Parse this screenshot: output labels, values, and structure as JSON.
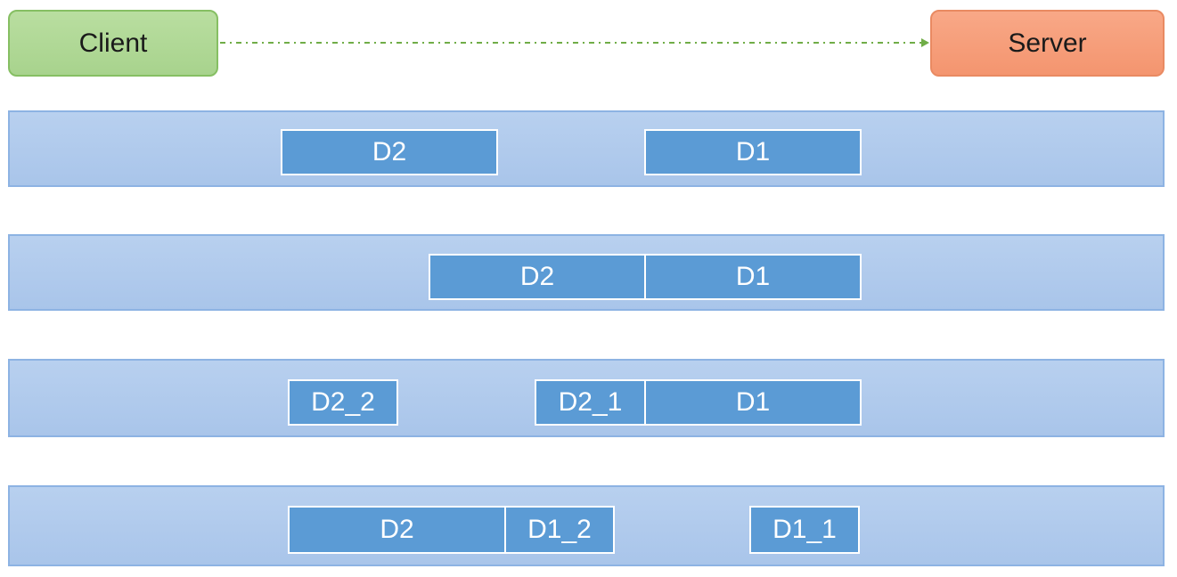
{
  "client": {
    "label": "Client"
  },
  "server": {
    "label": "Server"
  },
  "lanes": [
    {
      "packets": [
        {
          "label": "D2"
        },
        {
          "label": "D1"
        }
      ]
    },
    {
      "packets": [
        {
          "label": "D2"
        },
        {
          "label": "D1"
        }
      ]
    },
    {
      "packets": [
        {
          "label": "D2_2"
        },
        {
          "label": "D2_1"
        },
        {
          "label": "D1"
        }
      ]
    },
    {
      "packets": [
        {
          "label": "D2"
        },
        {
          "label": "D1_2"
        },
        {
          "label": "D1_1"
        }
      ]
    }
  ],
  "colors": {
    "client_fill": "#a9d18e",
    "server_fill": "#f4b183",
    "lane_fill": "#b4cdee",
    "packet_fill": "#5b9bd5",
    "arrow": "#70ad47"
  }
}
